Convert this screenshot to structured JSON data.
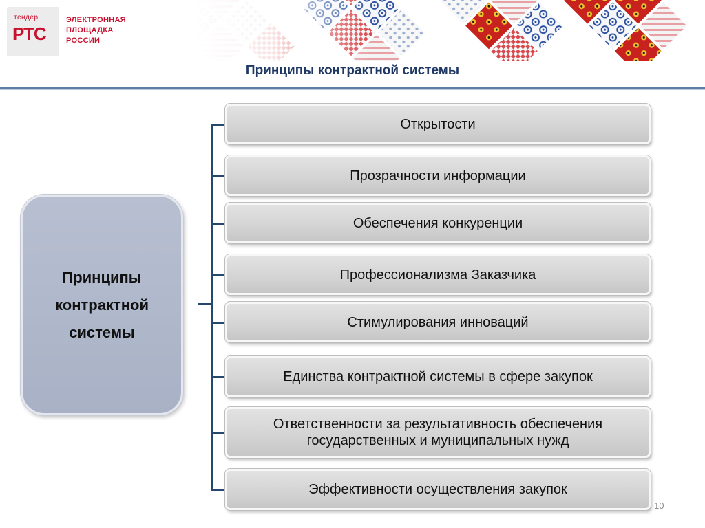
{
  "header": {
    "logo": {
      "small": "тендер",
      "main": "РТС"
    },
    "org_name": [
      "ЭЛЕКТРОННАЯ",
      "ПЛОЩАДКА",
      "РОССИИ"
    ],
    "title": "Принципы контрактной системы"
  },
  "diagram": {
    "center": "Принципы\nконтрактной\nсистемы",
    "items": [
      {
        "label": "Открытости"
      },
      {
        "label": "Прозрачности информации"
      },
      {
        "label": "Обеспечения конкуренции"
      },
      {
        "label": "Профессионализма Заказчика"
      },
      {
        "label": "Стимулирования инноваций"
      },
      {
        "label": "Единства контрактной системы в сфере закупок"
      },
      {
        "label": "Ответственности за результативность обеспечения государственных и муниципальных нужд"
      },
      {
        "label": "Эффективности осуществления закупок"
      }
    ],
    "line_color": "#26476e"
  },
  "slide_number": "10",
  "colors": {
    "brand": "#c8102e",
    "title": "#1f3864"
  }
}
